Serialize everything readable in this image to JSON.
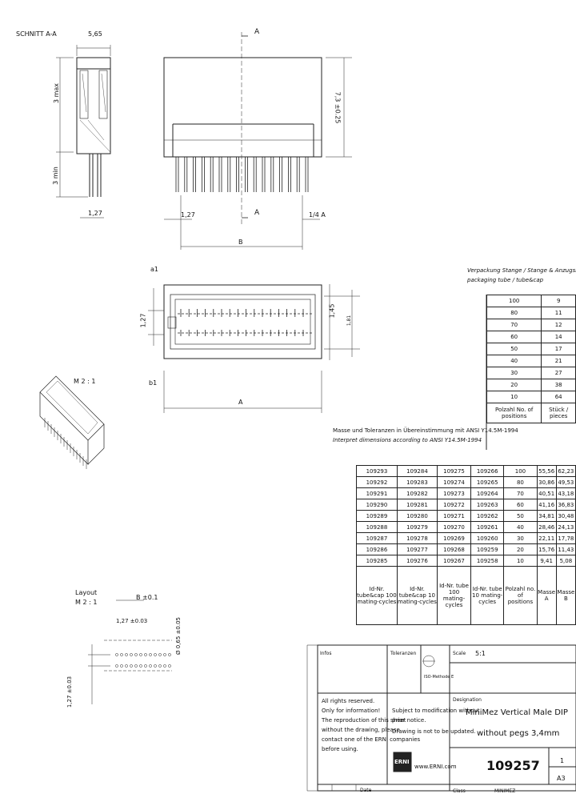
{
  "section_label": "SCHNITT A-A",
  "dims": {
    "top_width": "5,65",
    "h_3_top": "3 max",
    "h_3_pin": "3 min",
    "pitch_left": "1,27",
    "pitch_front": "1,27",
    "height_73": "7,3 ±0.25",
    "section_A": "A",
    "dim_B": "B",
    "dim_A": "A",
    "half_A": "1/4 A",
    "pitch_top": "1,27",
    "row_145": "1,45",
    "row_181": "1,81",
    "pin_a1": "a1",
    "pin_b1": "b1",
    "scale_m21_a": "M 2 : 1",
    "layout_title": "Layout",
    "scale_m21_b": "M 2 : 1",
    "layout_B": "B ±0.1",
    "layout_pitch": "1,27 ±0.03",
    "layout_hole": "Ø 0,65 ±0.05",
    "layout_127": "1,27 ±0.03"
  },
  "packaging": {
    "title": "Verpackung Stange / Stange & Anzugshaube",
    "subtitle": "packaging tube / tube&cap",
    "rows": [
      [
        "100",
        "9"
      ],
      [
        "80",
        "11"
      ],
      [
        "70",
        "12"
      ],
      [
        "60",
        "14"
      ],
      [
        "50",
        "17"
      ],
      [
        "40",
        "21"
      ],
      [
        "30",
        "27"
      ],
      [
        "20",
        "38"
      ],
      [
        "10",
        "64"
      ]
    ],
    "col1": "Polzahl No. of positions",
    "col2": "Stück / pieces"
  },
  "tolerance_note_de": "Masse und Toleranzen in Übereinstimmung mit ANSI Y14.5M-1994",
  "tolerance_note_en": "Interpret dimensions according to ANSI Y14.5M-1994",
  "parts": {
    "rows": [
      [
        "109293",
        "109284",
        "109275",
        "109266",
        "100",
        "55,56",
        "62,23"
      ],
      [
        "109292",
        "109283",
        "109274",
        "109265",
        "80",
        "30,86",
        "49,53"
      ],
      [
        "109291",
        "109282",
        "109273",
        "109264",
        "70",
        "40,51",
        "43,18"
      ],
      [
        "109290",
        "109281",
        "109272",
        "109263",
        "60",
        "41,16",
        "36,83"
      ],
      [
        "109289",
        "109280",
        "109271",
        "109262",
        "50",
        "34,81",
        "30,48"
      ],
      [
        "109288",
        "109279",
        "109270",
        "109261",
        "40",
        "28,46",
        "24,13"
      ],
      [
        "109287",
        "109278",
        "109269",
        "109260",
        "30",
        "22,11",
        "17,78"
      ],
      [
        "109286",
        "109277",
        "109268",
        "109259",
        "20",
        "15,76",
        "11,43"
      ],
      [
        "109285",
        "109276",
        "109267",
        "109258",
        "10",
        "9,41",
        "5,08"
      ]
    ],
    "headers": [
      "Id-Nr. tube&cap 100 mating-cycles",
      "Id-Nr. tube&cap 10 mating-cycles",
      "Id-Nr. tube 100 mating-cycles",
      "Id-Nr. tube 10 mating-cycles",
      "Polzahl no. of positions",
      "Masse A",
      "Masse B"
    ]
  },
  "title_block": {
    "infos": "Infos",
    "tolerances": "Toleranzen",
    "scale_label": "Scale",
    "scale_value": "5:1",
    "projection": "ISO-Methode E",
    "rights": "All rights reserved.",
    "rights2": "Only for information!",
    "rights3": "The reproduction of this sheet",
    "rights4": "without the drawing, please",
    "rights5": "contact one of the ERNI companies",
    "rights6": "before using.",
    "subject": "Subject to modification without",
    "subject2": "prior notice.",
    "subject3": "Drawing is not to be updated.",
    "designation_label": "Designation",
    "designation": "MiniMez Vertical Male DIP",
    "designation2": "without pegs 3,4mm",
    "logo": "ERNI",
    "website": "www.ERNI.com",
    "part_number": "109257",
    "sheet": "1",
    "size": "A3",
    "class_label": "Class",
    "class_value": "MINIMEZ",
    "date_label": "Date"
  }
}
